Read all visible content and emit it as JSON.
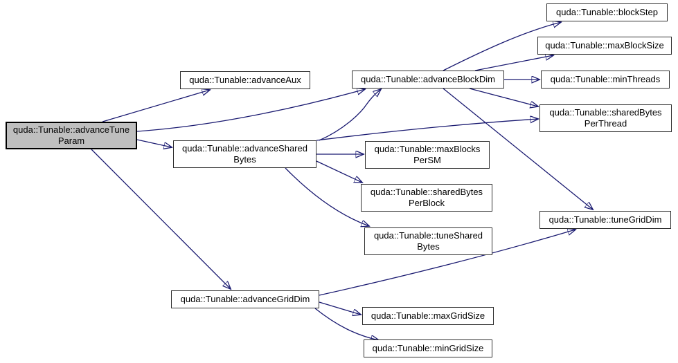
{
  "diagram": {
    "type": "call-graph",
    "background_color": "#ffffff",
    "edge_color": "#191970",
    "node_fill": "#ffffff",
    "node_border_color": "#2e2e2e",
    "root_node_fill": "#bfbfbf",
    "nodes": [
      {
        "id": "advanceTuneParam",
        "label": "quda::Tunable::advanceTuneParam",
        "lines": [
          "quda::Tunable::advanceTune",
          "Param"
        ],
        "root": true
      },
      {
        "id": "advanceAux",
        "label": "quda::Tunable::advanceAux",
        "lines": [
          "quda::Tunable::advanceAux"
        ]
      },
      {
        "id": "advanceBlockDim",
        "label": "quda::Tunable::advanceBlockDim",
        "lines": [
          "quda::Tunable::advanceBlockDim"
        ]
      },
      {
        "id": "blockStep",
        "label": "quda::Tunable::blockStep",
        "lines": [
          "quda::Tunable::blockStep"
        ]
      },
      {
        "id": "maxBlockSize",
        "label": "quda::Tunable::maxBlockSize",
        "lines": [
          "quda::Tunable::maxBlockSize"
        ]
      },
      {
        "id": "minThreads",
        "label": "quda::Tunable::minThreads",
        "lines": [
          "quda::Tunable::minThreads"
        ]
      },
      {
        "id": "sharedBytesPerThread",
        "label": "quda::Tunable::sharedBytesPerThread",
        "lines": [
          "quda::Tunable::sharedBytes",
          "PerThread"
        ]
      },
      {
        "id": "advanceSharedBytes",
        "label": "quda::Tunable::advanceSharedBytes",
        "lines": [
          "quda::Tunable::advanceShared",
          "Bytes"
        ]
      },
      {
        "id": "maxBlocksPerSM",
        "label": "quda::Tunable::maxBlocksPerSM",
        "lines": [
          "quda::Tunable::maxBlocks",
          "PerSM"
        ]
      },
      {
        "id": "sharedBytesPerBlock",
        "label": "quda::Tunable::sharedBytesPerBlock",
        "lines": [
          "quda::Tunable::sharedBytes",
          "PerBlock"
        ]
      },
      {
        "id": "tuneSharedBytes",
        "label": "quda::Tunable::tuneSharedBytes",
        "lines": [
          "quda::Tunable::tuneShared",
          "Bytes"
        ]
      },
      {
        "id": "tuneGridDim",
        "label": "quda::Tunable::tuneGridDim",
        "lines": [
          "quda::Tunable::tuneGridDim"
        ]
      },
      {
        "id": "advanceGridDim",
        "label": "quda::Tunable::advanceGridDim",
        "lines": [
          "quda::Tunable::advanceGridDim"
        ]
      },
      {
        "id": "maxGridSize",
        "label": "quda::Tunable::maxGridSize",
        "lines": [
          "quda::Tunable::maxGridSize"
        ]
      },
      {
        "id": "minGridSize",
        "label": "quda::Tunable::minGridSize",
        "lines": [
          "quda::Tunable::minGridSize"
        ]
      }
    ],
    "edges": [
      {
        "from": "advanceTuneParam",
        "to": "advanceAux"
      },
      {
        "from": "advanceTuneParam",
        "to": "advanceBlockDim"
      },
      {
        "from": "advanceTuneParam",
        "to": "advanceSharedBytes"
      },
      {
        "from": "advanceTuneParam",
        "to": "advanceGridDim"
      },
      {
        "from": "advanceBlockDim",
        "to": "blockStep"
      },
      {
        "from": "advanceBlockDim",
        "to": "maxBlockSize"
      },
      {
        "from": "advanceBlockDim",
        "to": "minThreads"
      },
      {
        "from": "advanceBlockDim",
        "to": "sharedBytesPerThread"
      },
      {
        "from": "advanceBlockDim",
        "to": "tuneGridDim"
      },
      {
        "from": "advanceSharedBytes",
        "to": "advanceBlockDim"
      },
      {
        "from": "advanceSharedBytes",
        "to": "sharedBytesPerThread"
      },
      {
        "from": "advanceSharedBytes",
        "to": "maxBlocksPerSM"
      },
      {
        "from": "advanceSharedBytes",
        "to": "sharedBytesPerBlock"
      },
      {
        "from": "advanceSharedBytes",
        "to": "tuneSharedBytes"
      },
      {
        "from": "advanceGridDim",
        "to": "tuneGridDim"
      },
      {
        "from": "advanceGridDim",
        "to": "maxGridSize"
      },
      {
        "from": "advanceGridDim",
        "to": "minGridSize"
      }
    ]
  }
}
